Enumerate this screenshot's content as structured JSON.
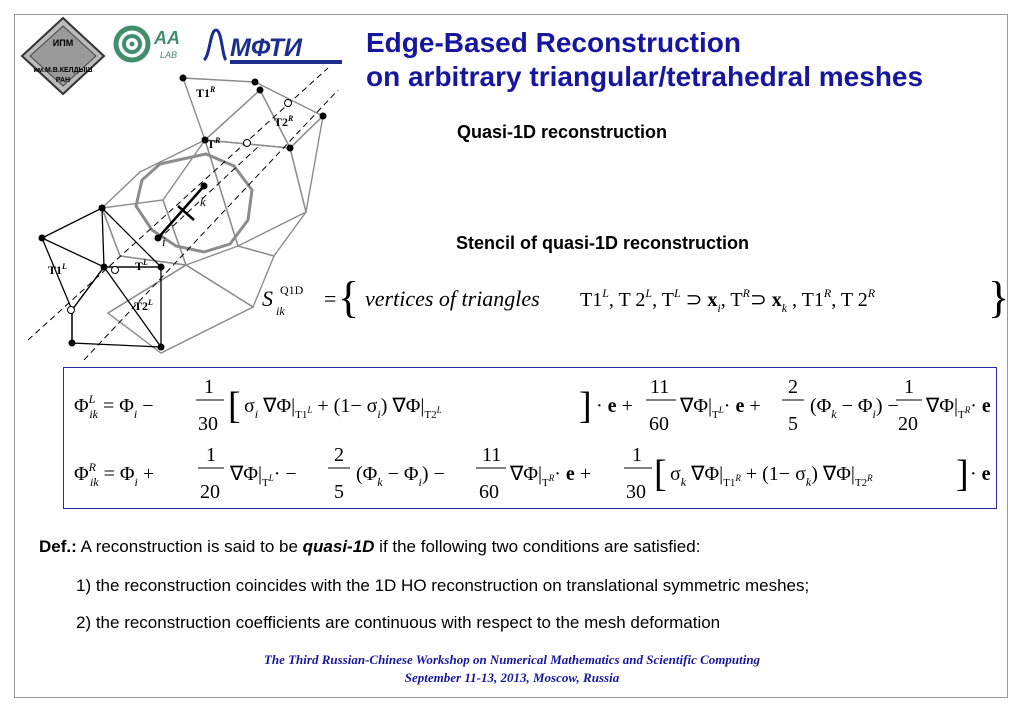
{
  "slide": {
    "title_line1": "Edge-Based Reconstruction",
    "title_line2": "on arbitrary triangular/tetrahedral meshes",
    "subtitle_quasi": "Quasi-1D reconstruction",
    "subtitle_stencil": "Stencil of quasi-1D reconstruction"
  },
  "logos": {
    "keldysh_text_top": "ИПМ",
    "keldysh_text_mid": "им.М.В.КЕЛДЫШ",
    "keldysh_text_bottom": "РАН",
    "aa_lab": "AA",
    "aa_lab_small": "LAB",
    "mipt": "МФТИ"
  },
  "diagram_labels": {
    "t1r": "T1",
    "t1r_sup": "R",
    "t2r": "T2",
    "t2r_sup": "R",
    "tr": "T",
    "tr_sup": "R",
    "k": "k",
    "i": "i",
    "t1l": "T1",
    "t1l_sup": "L",
    "tl": "T",
    "tl_sup": "L",
    "t2l": "T2",
    "t2l_sup": "L"
  },
  "stencil": {
    "lhs": "S",
    "lhs_sup": "Q1D",
    "lhs_sub": "ik",
    "eq": "=",
    "text": "vertices of  triangles",
    "list": "T1^L, T2^L, T^L ⊃ x_i, T^R ⊃ x_k, T1^R, T2^R"
  },
  "formulas": {
    "line1": "Φ^L_ik = Φ_i − (1/30)[σ_i ∇Φ|_{T1^L} + (1−σ_i)∇Φ|_{T2^L}]·e + (11/60)∇Φ|_{T^L}·e + (2/5)(Φ_k − Φ_i) − (1/20)∇Φ|_{T^R}·e",
    "line2": "Φ^R_ik = Φ_i + (1/20)∇Φ|_{T^L}· − (2/5)(Φ_k − Φ_i) − (11/60)∇Φ|_{T^R}·e + (1/30)[σ_k ∇Φ|_{T1^R} + (1−σ_k)∇Φ|_{T2^R}]·e"
  },
  "definition": {
    "label": "Def.:",
    "text_before": " A reconstruction is said to be ",
    "term": "quasi-1D",
    "text_after": " if the following two conditions are satisfied:",
    "item1": "1) the reconstruction coincides with the 1D HO reconstruction on translational symmetric meshes;",
    "item2": "2) the reconstruction coefficients are continuous with respect to the mesh deformation"
  },
  "footer": {
    "line1": "The Third Russian-Chinese Workshop on Numerical Mathematics and Scientific Computing",
    "line2": "September 11-13, 2013, Moscow, Russia"
  },
  "colors": {
    "title": "#17179e",
    "mipt_blue": "#1e2e8c",
    "aa_green": "#3f8f6e",
    "mesh_grey": "#8c8c8c",
    "box_border": "#2a2aa0"
  }
}
